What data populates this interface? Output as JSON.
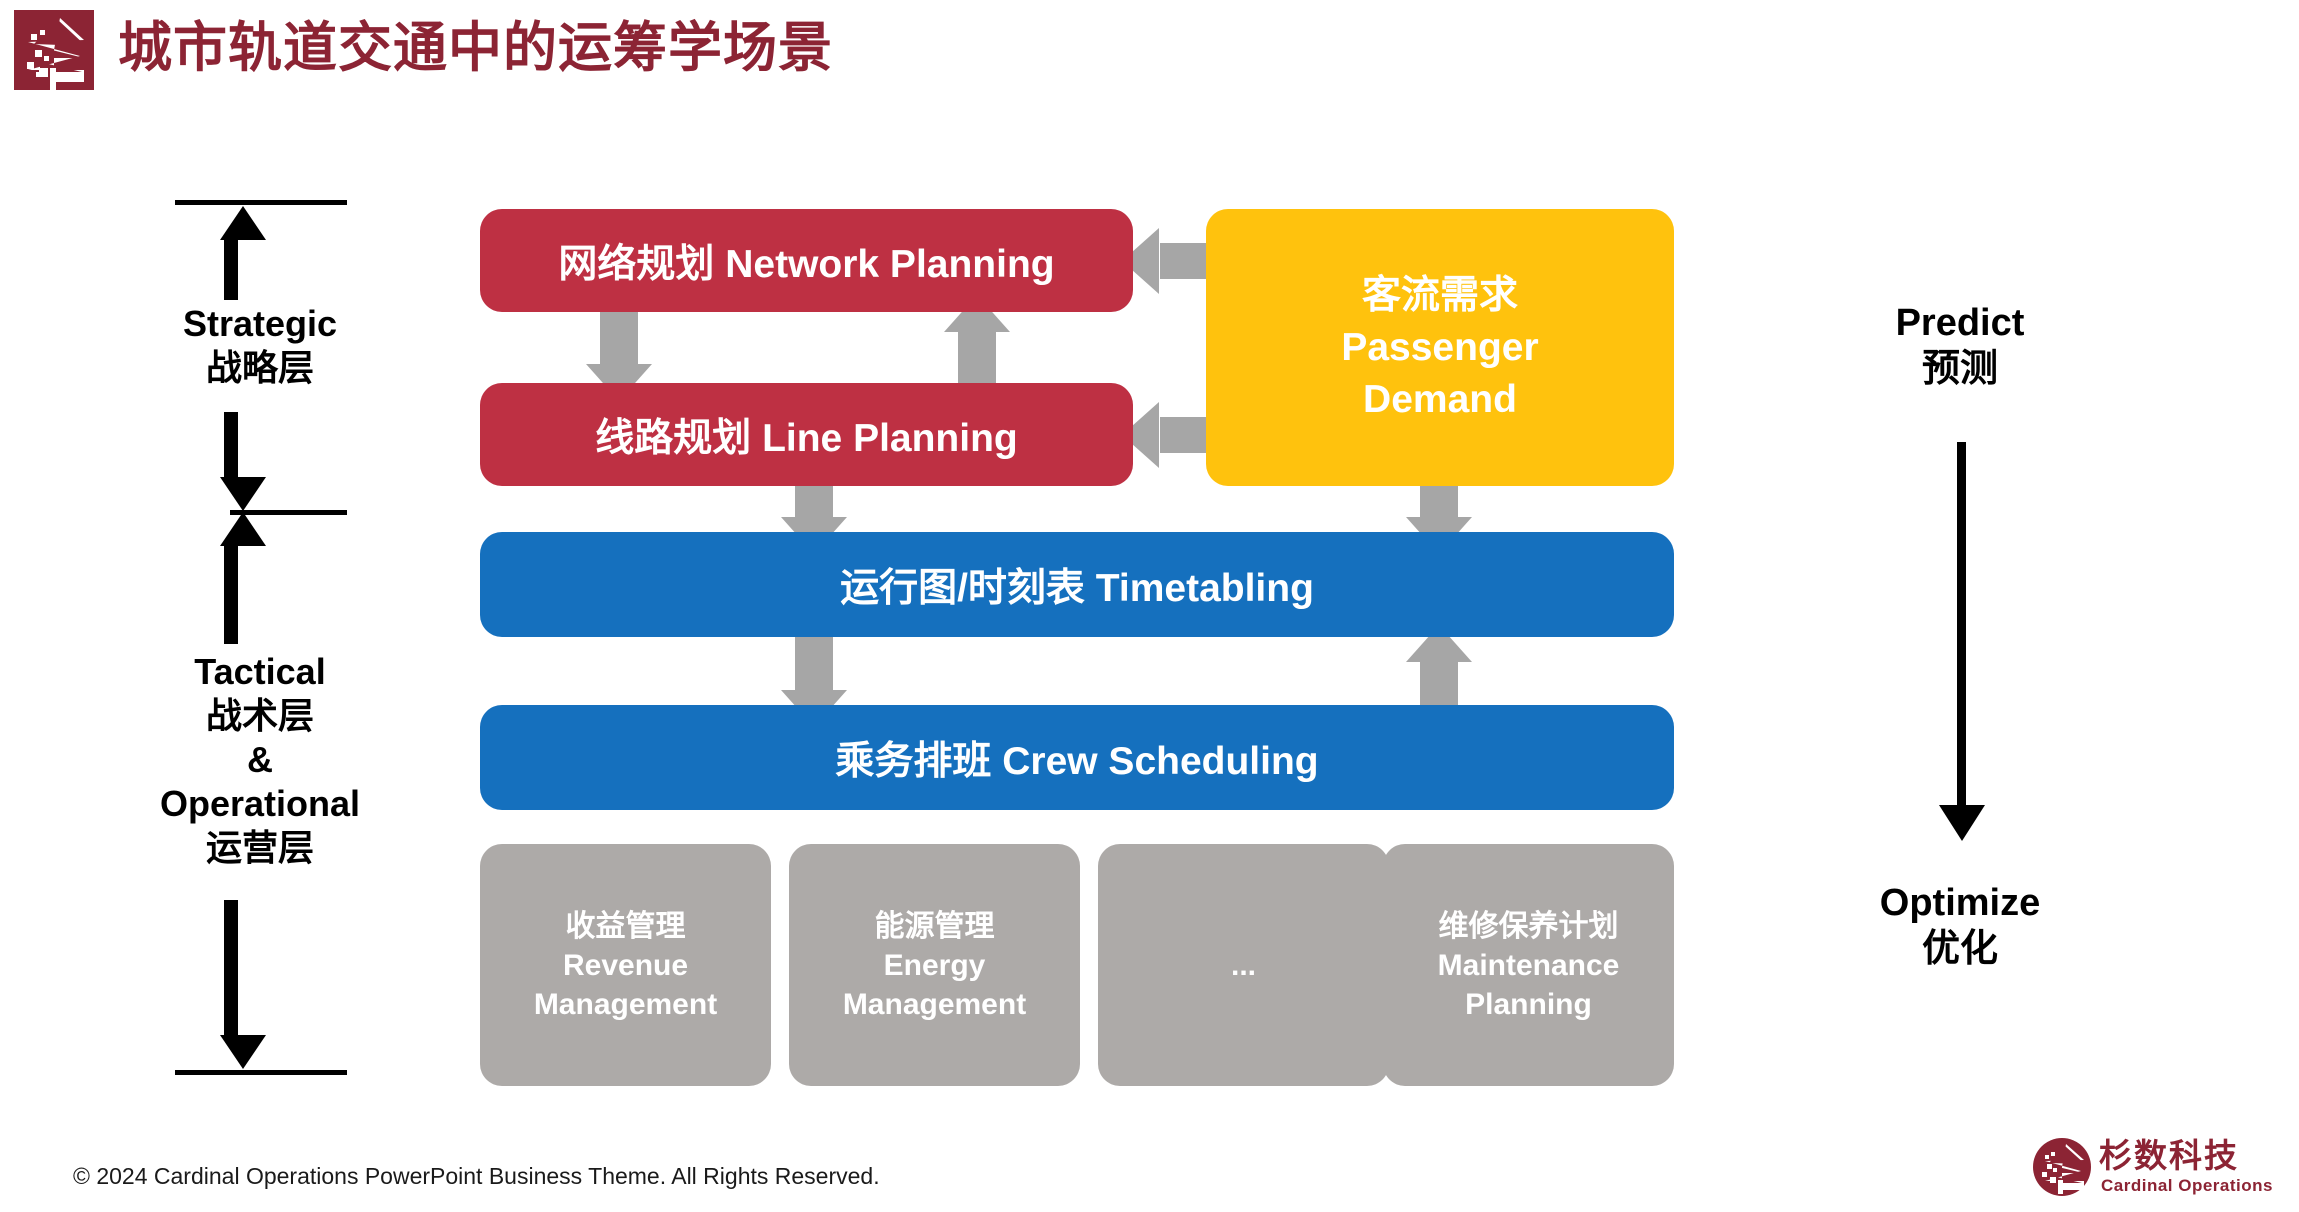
{
  "header": {
    "title": "城市轨道交通中的运筹学场景",
    "logo_name": "cardinal-operations-mark",
    "brand_color": "#8C2434"
  },
  "scale": {
    "strategic": "Strategic\n战略层",
    "strategic_en": "Strategic",
    "strategic_cn": "战略层",
    "tactical_line1": "Tactical",
    "tactical_line2": "战术层",
    "tactical_line3": "&",
    "tactical_line4": "Operational",
    "tactical_line5": "运营层"
  },
  "boxes": {
    "network": {
      "label": "网络规划 Network Planning",
      "color": "#BE3043"
    },
    "line": {
      "label": "线路规划 Line Planning",
      "color": "#BE3043"
    },
    "demand": {
      "line1": "客流需求",
      "line2": "Passenger",
      "line3": "Demand",
      "color": "#FFC20D"
    },
    "timetable": {
      "label": "运行图/时刻表 Timetabling",
      "color": "#1570BE"
    },
    "crew": {
      "label": "乘务排班 Crew Scheduling",
      "color": "#1570BE"
    }
  },
  "cards": [
    {
      "line1": "收益管理",
      "line2": "Revenue",
      "line3": "Management"
    },
    {
      "line1": "能源管理",
      "line2": "Energy",
      "line3": "Management"
    },
    {
      "line1": "...",
      "line2": "",
      "line3": ""
    },
    {
      "line1": "维修保养计划",
      "line2": "Maintenance",
      "line3": "Planning"
    }
  ],
  "card_color": "#ADAAA8",
  "side": {
    "predict_en": "Predict",
    "predict_cn": "预测",
    "optimize_en": "Optimize",
    "optimize_cn": "优化"
  },
  "footer": {
    "copyright": "© 2024 Cardinal Operations PowerPoint Business Theme. All Rights Reserved.",
    "logo_cn": "杉数科技",
    "logo_en": "Cardinal Operations"
  },
  "arrow_color": "#A6A6A6"
}
